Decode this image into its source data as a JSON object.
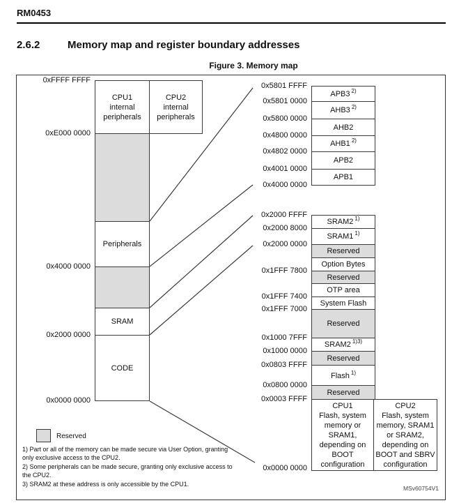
{
  "page": {
    "header": "RM0453",
    "section_number": "2.6.2",
    "section_title": "Memory map and register boundary addresses",
    "figure_caption": "Figure 3. Memory map",
    "watermark": "MSv60754V1"
  },
  "colors": {
    "reserved_fill": "#dcdcdc",
    "border": "#3a3a3a"
  },
  "left_map": {
    "addresses": [
      "0xFFFF FFFF",
      "0xE000 0000",
      "0x4000 0000",
      "0x2000 0000",
      "0x0000 0000"
    ],
    "cpu1_internal": "CPU1\ninternal\nperipherals",
    "cpu2_internal": "CPU2\ninternal\nperipherals",
    "peripherals": "Peripherals",
    "sram": "SRAM",
    "code": "CODE"
  },
  "right_map": {
    "bus_addresses": [
      "0x5801 FFFF",
      "0x5801 0000",
      "0x5800 0000",
      "0x4800 0000",
      "0x4802 0000",
      "0x4001 0000",
      "0x4000 0000"
    ],
    "bus_blocks": [
      {
        "label": "APB3",
        "sup": "2)"
      },
      {
        "label": "AHB3",
        "sup": "2)"
      },
      {
        "label": "AHB2"
      },
      {
        "label": "AHB1",
        "sup": "2)"
      },
      {
        "label": "APB2"
      },
      {
        "label": "APB1"
      }
    ],
    "mem_addresses": [
      "0x2000 FFFF",
      "0x2000 8000",
      "0x2000 0000",
      "0x1FFF 7800",
      "0x1FFF 7400",
      "0x1FFF 7000",
      "0x1000 7FFF",
      "0x1000 0000",
      "0x0803 FFFF",
      "0x0800 0000",
      "0x0003 FFFF",
      "0x0000 0000"
    ],
    "mem_blocks": [
      {
        "label": "SRAM2",
        "sup": "1)"
      },
      {
        "label": "SRAM1",
        "sup": "1)"
      },
      {
        "label": "Reserved"
      },
      {
        "label": "Option Bytes"
      },
      {
        "label": "Reserved"
      },
      {
        "label": "OTP area"
      },
      {
        "label": "System Flash"
      },
      {
        "label": "Reserved"
      },
      {
        "label": "SRAM2",
        "sup": "1)3)"
      },
      {
        "label": "Reserved"
      },
      {
        "label": "Flash",
        "sup": "1)"
      },
      {
        "label": "Reserved"
      }
    ],
    "cpu1_boot": "CPU1\nFlash, system\nmemory or\nSRAM1,\ndepending on\nBOOT\nconfiguration",
    "cpu2_boot": "CPU2\nFlash, system\nmemory, SRAM1\nor SRAM2,\ndepending on\nBOOT and SBRV\nconfiguration"
  },
  "legend": {
    "reserved_label": "Reserved"
  },
  "footnotes": [
    "1) Part or all of the memory can be made secure via User Option, granting\nonly exclusive access to the CPU2.",
    "2) Some peripherals can be made secure, granting only exclusive access to\nthe CPU2.",
    "3) SRAM2 at these address is only accessible by the CPU1."
  ]
}
